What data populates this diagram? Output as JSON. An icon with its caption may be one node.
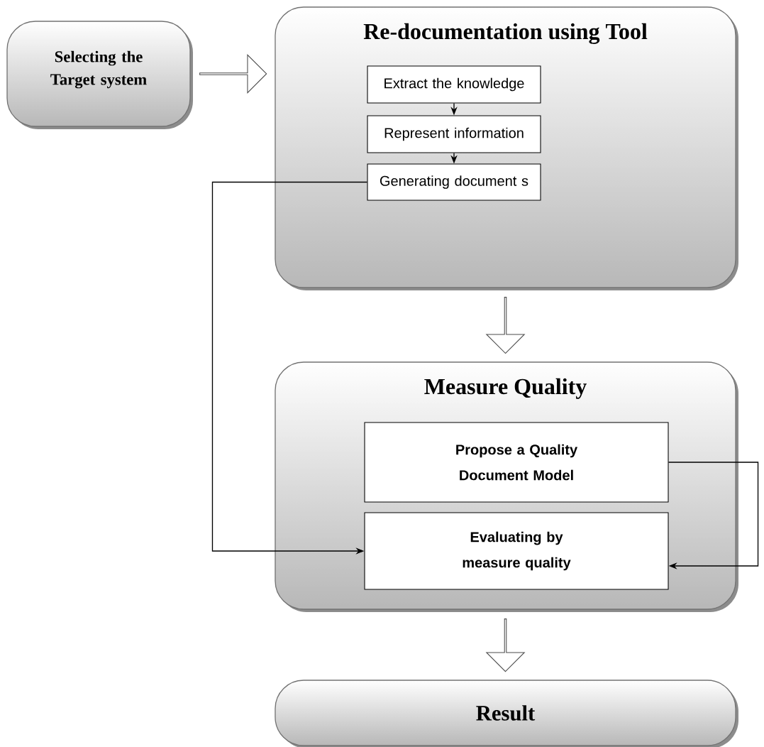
{
  "diagram": {
    "nodes": [
      {
        "text": [
          "Selecting the Target system"
        ]
      },
      {
        "text": [
          "Re-documentation using Tool"
        ]
      },
      {
        "text": [
          "Extract the knowledge"
        ],
        "in": 1
      },
      {
        "text": [
          "Represent information"
        ],
        "in": 1
      },
      {
        "text": [
          "Generating document s"
        ],
        "in": 1
      },
      {
        "text": [
          "Measure Quality"
        ]
      },
      {
        "text": [
          "Propose a Quality Document Model"
        ],
        "in": 5
      },
      {
        "text": [
          "Evaluating by measure quality"
        ],
        "in": 5
      },
      {
        "text": [
          "Result"
        ]
      }
    ],
    "edges": [
      {
        "from": 0,
        "to": 1,
        "arrow": "to",
        "style": "thick"
      },
      {
        "from": 2,
        "to": 3,
        "arrow": "to"
      },
      {
        "from": 3,
        "to": 4,
        "arrow": "to"
      },
      {
        "from": 1,
        "to": 5,
        "arrow": "to",
        "style": "thick"
      },
      {
        "from": 4,
        "to": 7,
        "arrow": "to"
      },
      {
        "from": 6,
        "to": 7,
        "arrow": "to"
      },
      {
        "from": 5,
        "to": 8,
        "arrow": "to",
        "style": "thick"
      }
    ]
  }
}
